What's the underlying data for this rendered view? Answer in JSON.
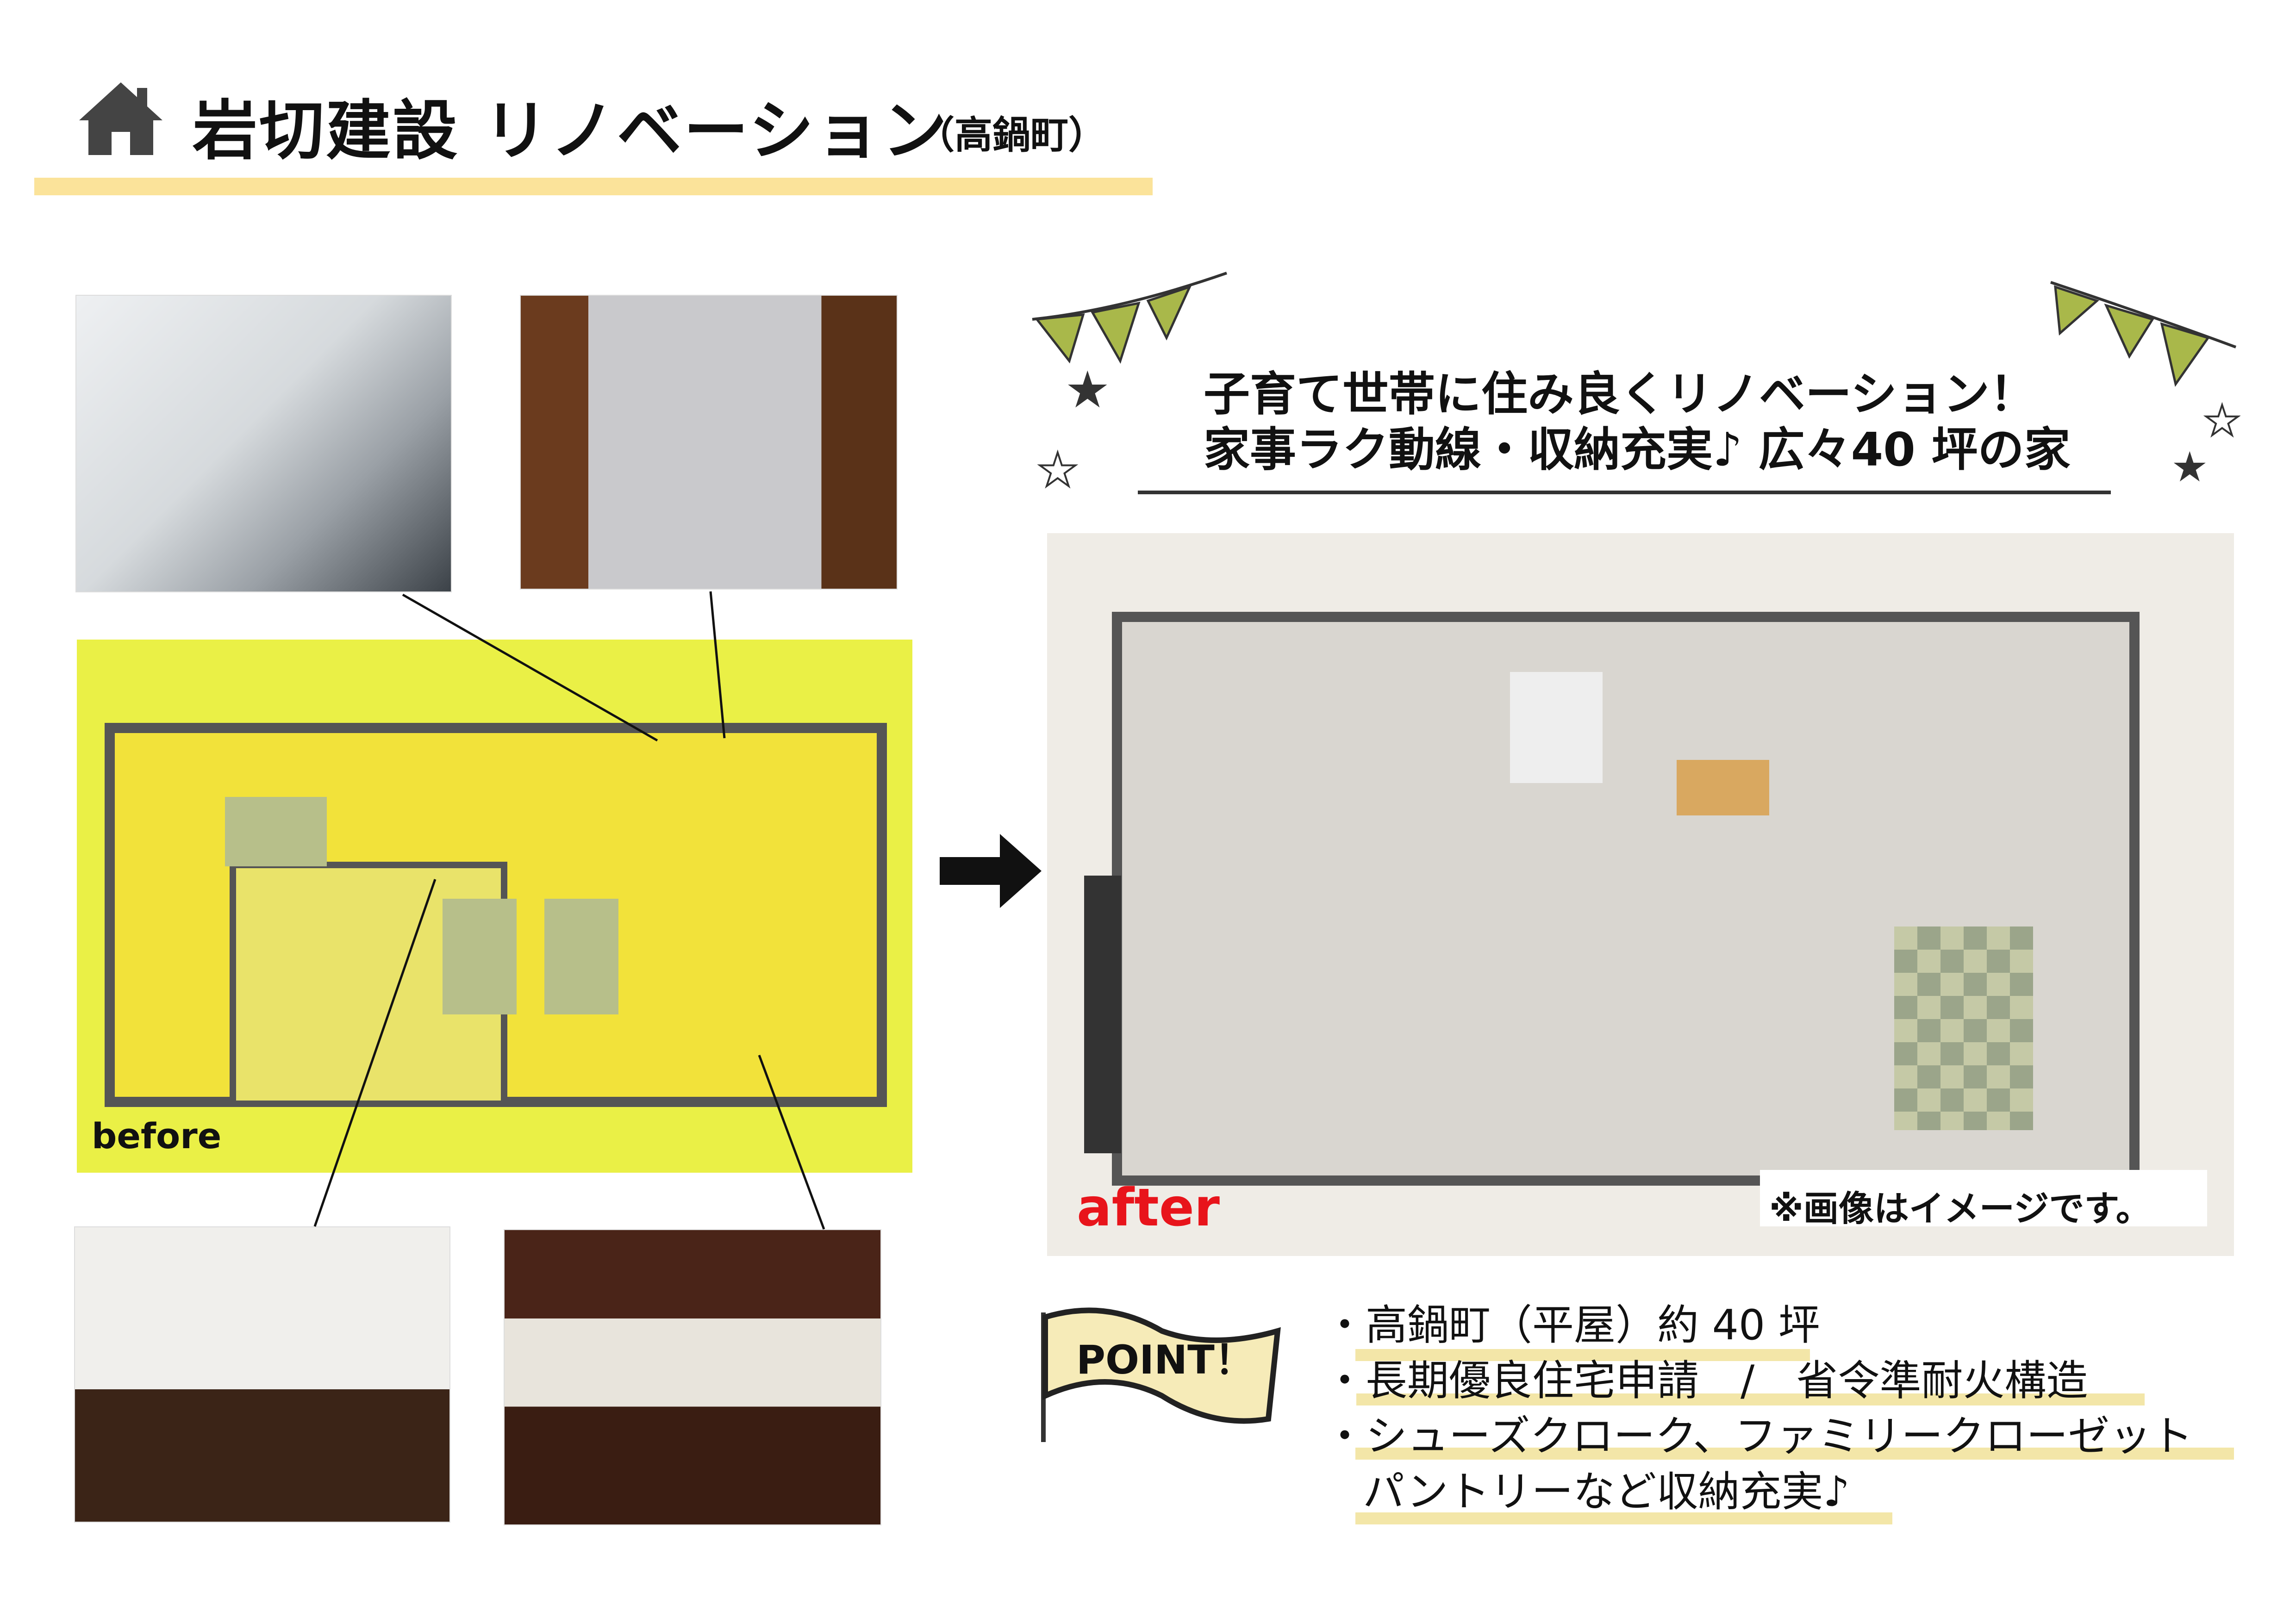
{
  "header": {
    "title": "岩切建設 リノベーション",
    "subtitle": "（高鍋町）",
    "icon": "house-icon"
  },
  "banner": {
    "line1": "子育て世帯に住み良くリノベーション！",
    "line2": "家事ラク動線・収納充実♪ 広々40 坪の家"
  },
  "plans": {
    "before_label": "before",
    "after_label": "after",
    "note": "※画像はイメージです。"
  },
  "point": {
    "label": "POINT！",
    "bullet": "・",
    "items": [
      "高鍋町（平屋）約 40 坪",
      "長期優良住宅申請　/　省令準耐火構造",
      "シューズクローク、ファミリークローゼット",
      "パントリーなど収納充実♪"
    ]
  },
  "colors": {
    "highlight": "#fbe39a",
    "after_label": "#e8141b"
  }
}
